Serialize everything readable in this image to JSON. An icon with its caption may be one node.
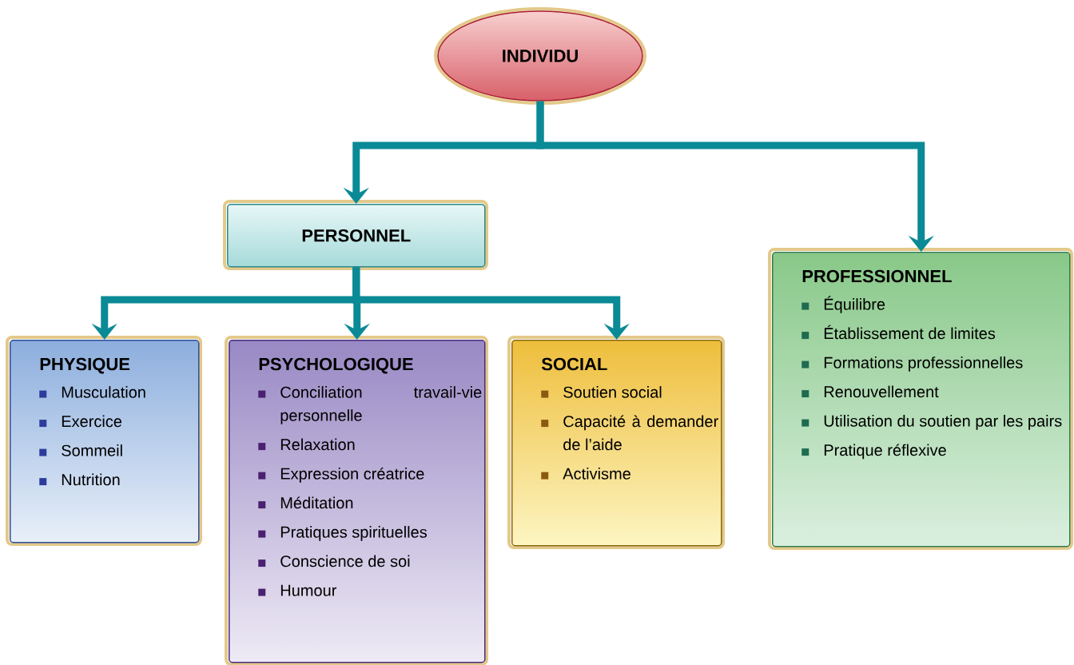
{
  "diagram": {
    "nodes": [
      {
        "text": [
          "INDIVIDU"
        ]
      },
      {
        "text": [
          "PERSONNEL"
        ]
      },
      {
        "text": [
          "PROFESSIONNEL",
          "Équilibre",
          "Établissement de limites",
          "Formations professionnelles",
          "Renouvellement",
          "Utilisation du soutien par les pairs",
          "Pratique réflexive"
        ]
      },
      {
        "text": [
          "PHYSIQUE",
          "Musculation",
          "Exercice",
          "Sommeil",
          "Nutrition"
        ]
      },
      {
        "text": [
          "PSYCHOLOGIQUE",
          "Conciliation travail-vie personnelle",
          "Relaxation",
          "Expression créatrice",
          "Méditation",
          "Pratiques spirituelles",
          "Conscience de soi",
          "Humour"
        ]
      },
      {
        "text": [
          "SOCIAL",
          "Soutien social",
          "Capacité à demander de l’aide",
          "Activisme"
        ]
      }
    ],
    "edges": [
      {
        "from": 0,
        "to": 1,
        "arrow": "to"
      },
      {
        "from": 0,
        "to": 2,
        "arrow": "to"
      },
      {
        "from": 1,
        "to": 3,
        "arrow": "to"
      },
      {
        "from": 1,
        "to": 4,
        "arrow": "to"
      },
      {
        "from": 1,
        "to": 5,
        "arrow": "to"
      }
    ]
  }
}
